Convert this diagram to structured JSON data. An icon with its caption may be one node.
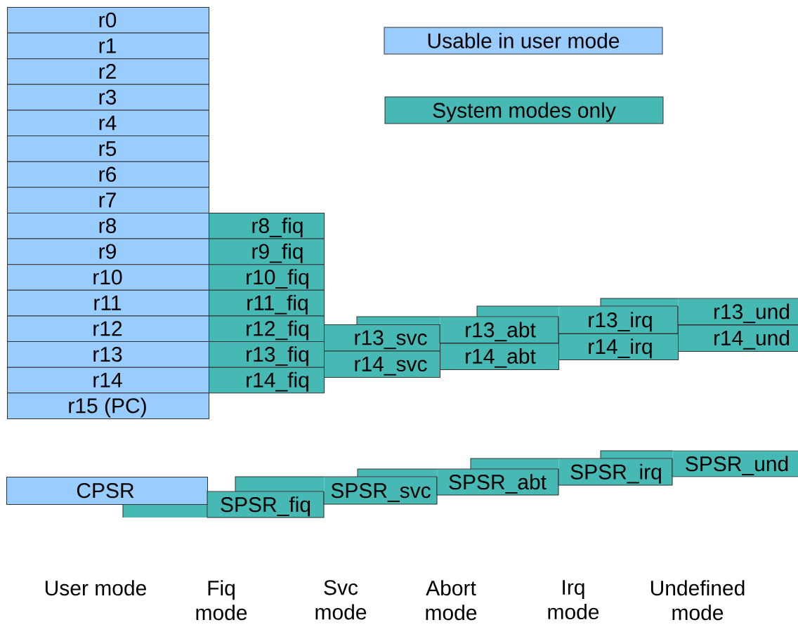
{
  "diagram": {
    "nodes": [
      {
        "text": [
          "r0"
        ]
      },
      {
        "text": [
          "r1"
        ]
      },
      {
        "text": [
          "r2"
        ]
      },
      {
        "text": [
          "r3"
        ]
      },
      {
        "text": [
          "r4"
        ]
      },
      {
        "text": [
          "r5"
        ]
      },
      {
        "text": [
          "r6"
        ]
      },
      {
        "text": [
          "r7"
        ]
      },
      {
        "text": [
          "r8"
        ]
      },
      {
        "text": [
          "r9"
        ]
      },
      {
        "text": [
          "r10"
        ]
      },
      {
        "text": [
          "r11"
        ]
      },
      {
        "text": [
          "r12"
        ]
      },
      {
        "text": [
          "r13"
        ]
      },
      {
        "text": [
          "r14"
        ]
      },
      {
        "text": [
          "r15 (PC)"
        ]
      },
      {
        "text": [
          "r8_fiq"
        ]
      },
      {
        "text": [
          "r9_fiq"
        ]
      },
      {
        "text": [
          "r10_fiq"
        ]
      },
      {
        "text": [
          "r11_fiq"
        ]
      },
      {
        "text": [
          "r12_fiq"
        ]
      },
      {
        "text": [
          "r13_fiq"
        ]
      },
      {
        "text": [
          "r14_fiq"
        ]
      },
      {
        "text": [
          "r13_svc"
        ]
      },
      {
        "text": [
          "r14_svc"
        ]
      },
      {
        "text": [
          "r13_abt"
        ]
      },
      {
        "text": [
          "r14_abt"
        ]
      },
      {
        "text": [
          "r13_irq"
        ]
      },
      {
        "text": [
          "r14_irq"
        ]
      },
      {
        "text": [
          "r13_und"
        ]
      },
      {
        "text": [
          "r14_und"
        ]
      },
      {
        "text": [
          "CPSR"
        ]
      },
      {
        "text": [
          "SPSR_fiq"
        ]
      },
      {
        "text": [
          "SPSR_svc"
        ]
      },
      {
        "text": [
          "SPSR_abt"
        ]
      },
      {
        "text": [
          "SPSR_irq"
        ]
      },
      {
        "text": [
          "SPSR_und"
        ]
      }
    ],
    "labels": [
      "User mode",
      "Fiq mode",
      "Svc mode",
      "Abort mode",
      "Irq mode",
      "Undefined mode"
    ],
    "legend": [
      {
        "text": "Usable in user mode",
        "color": "#99ccff"
      },
      {
        "text": "System modes only",
        "color": "#47b9b5"
      }
    ]
  }
}
